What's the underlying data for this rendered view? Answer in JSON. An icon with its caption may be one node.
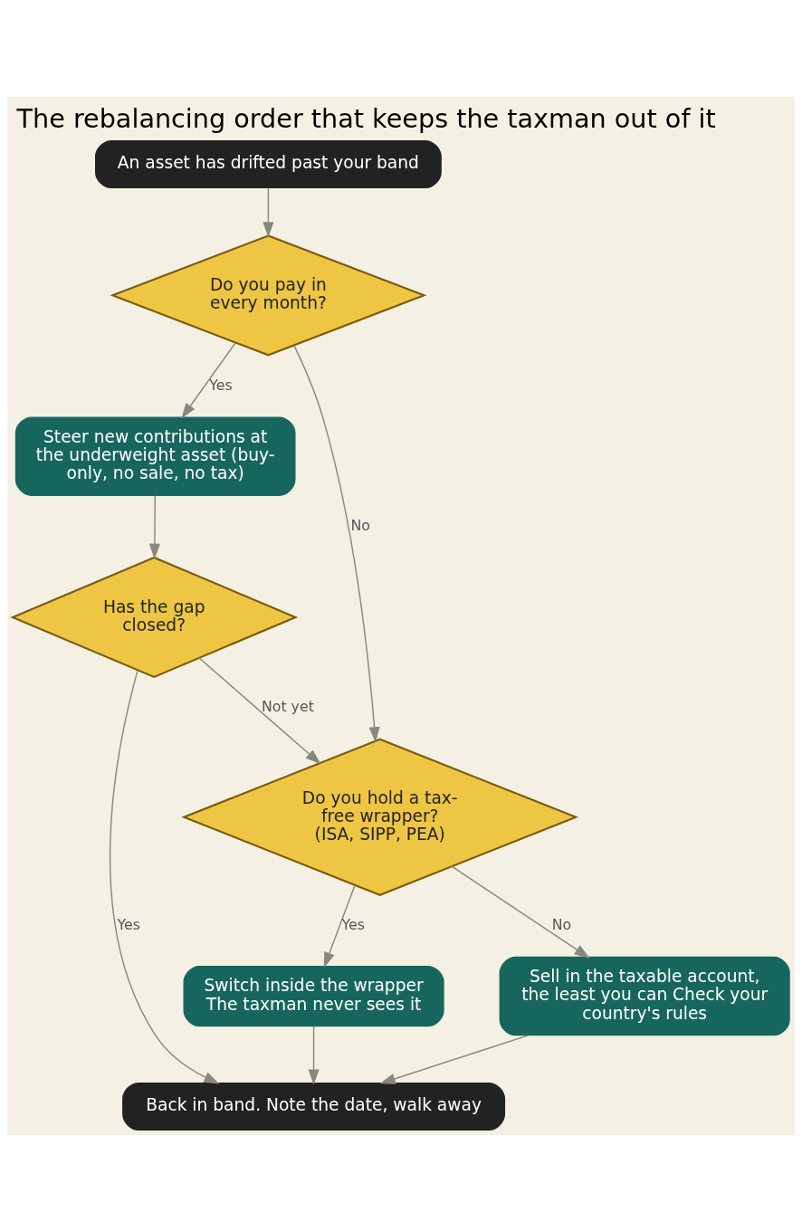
{
  "diagram": {
    "title": "The rebalancing order that keeps the taxman out of it",
    "nodes": [
      {
        "text": [
          "An asset has drifted past your band"
        ]
      },
      {
        "text": [
          "Do you pay in every month?"
        ]
      },
      {
        "text": [
          "Steer new contributions at the underweight asset (buy-only, no sale, no tax)"
        ]
      },
      {
        "text": [
          "Has the gap closed?"
        ]
      },
      {
        "text": [
          "Do you hold a tax-free wrapper? (ISA, SIPP, PEA)"
        ]
      },
      {
        "text": [
          "Sell in the taxable account, the least you can Check your country's rules"
        ]
      },
      {
        "text": [
          "Switch inside the wrapper The taxman never sees it"
        ]
      },
      {
        "text": [
          "Back in band. Note the date, walk away"
        ]
      }
    ],
    "edges": [
      {
        "from": 0,
        "to": 1,
        "arrow": "to"
      },
      {
        "from": 1,
        "to": 2,
        "arrow": "to",
        "label": "Yes"
      },
      {
        "from": 1,
        "to": 4,
        "arrow": "to",
        "label": "No"
      },
      {
        "from": 2,
        "to": 3,
        "arrow": "to"
      },
      {
        "from": 3,
        "to": 7,
        "arrow": "to",
        "label": "Yes"
      },
      {
        "from": 3,
        "to": 4,
        "arrow": "to",
        "label": "Not yet"
      },
      {
        "from": 4,
        "to": 5,
        "arrow": "to",
        "label": "No"
      },
      {
        "from": 4,
        "to": 6,
        "arrow": "to",
        "label": "Yes"
      },
      {
        "from": 5,
        "to": 7,
        "arrow": "to"
      },
      {
        "from": 6,
        "to": 7,
        "arrow": "to"
      }
    ]
  }
}
